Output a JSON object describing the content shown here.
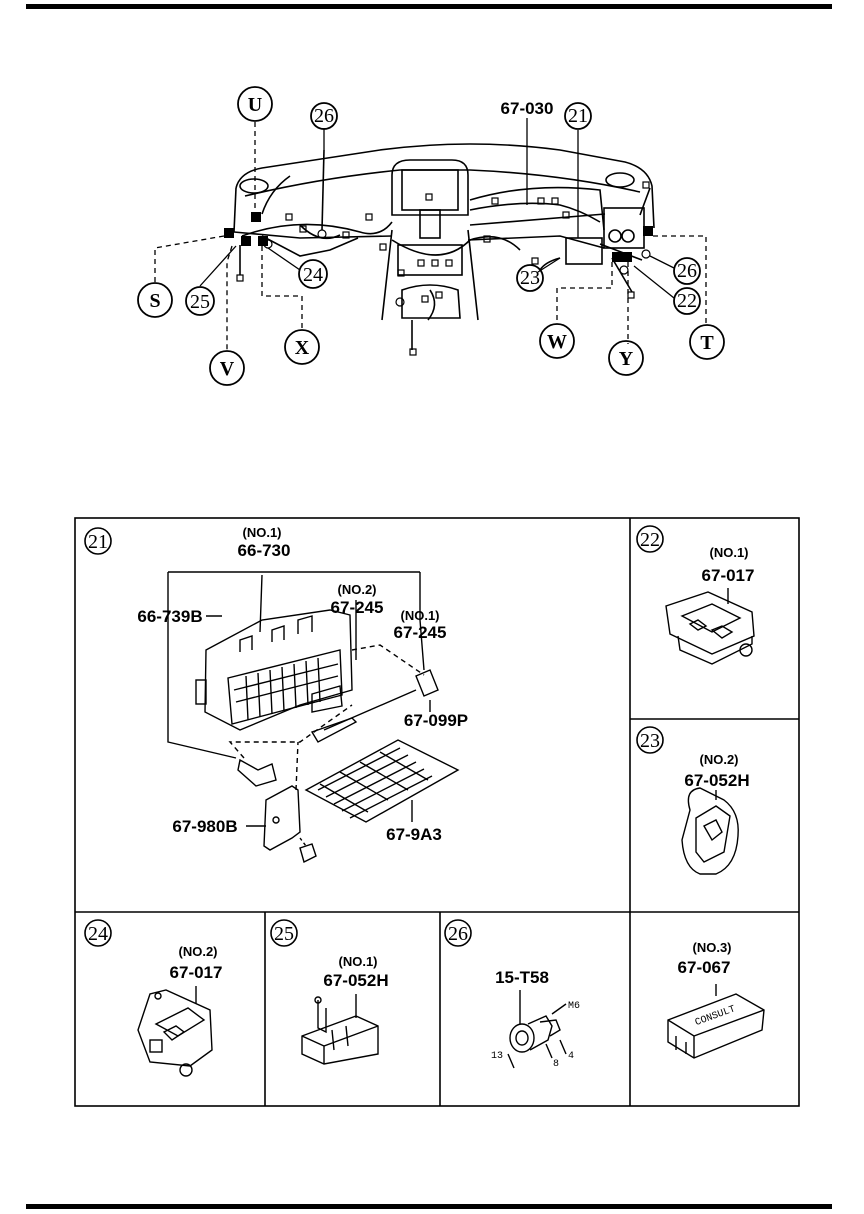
{
  "overview": {
    "callouts": {
      "U": "U",
      "S": "S",
      "V": "V",
      "X": "X",
      "W": "W",
      "Y": "Y",
      "T": "T",
      "n26a": "26",
      "n21": "21",
      "n23": "23",
      "n25": "25",
      "n24": "24",
      "n26b": "26",
      "n22": "22"
    },
    "part_number": "67-030"
  },
  "details": {
    "panel21": {
      "callout": "21",
      "fuse_block_qty": "(NO.1)",
      "fuse_block_pn": "66-730",
      "bracket_pn": "66-739B",
      "relay_qty": "(NO.2)",
      "relay_pn": "67-245",
      "relay2_qty": "(NO.1)",
      "relay2_pn": "67-245",
      "puller_pn": "67-099P",
      "stay_pn": "67-980B",
      "cover_pn": "67-9A3"
    },
    "panel22": {
      "callout": "22",
      "qty": "(NO.1)",
      "pn": "67-017"
    },
    "panel23": {
      "callout": "23",
      "qty": "(NO.2)",
      "pn": "67-052H"
    },
    "panel24": {
      "callout": "24",
      "qty": "(NO.2)",
      "pn": "67-017"
    },
    "panel25": {
      "callout": "25",
      "qty": "(NO.1)",
      "pn": "67-052H"
    },
    "panel26": {
      "callout": "26",
      "pn": "15-T58",
      "dims": {
        "thread": "M6",
        "d13": "13",
        "d8": "8",
        "d4": "4"
      }
    },
    "panel_consult": {
      "qty": "(NO.3)",
      "pn": "67-067",
      "label": "CONSULT"
    }
  }
}
